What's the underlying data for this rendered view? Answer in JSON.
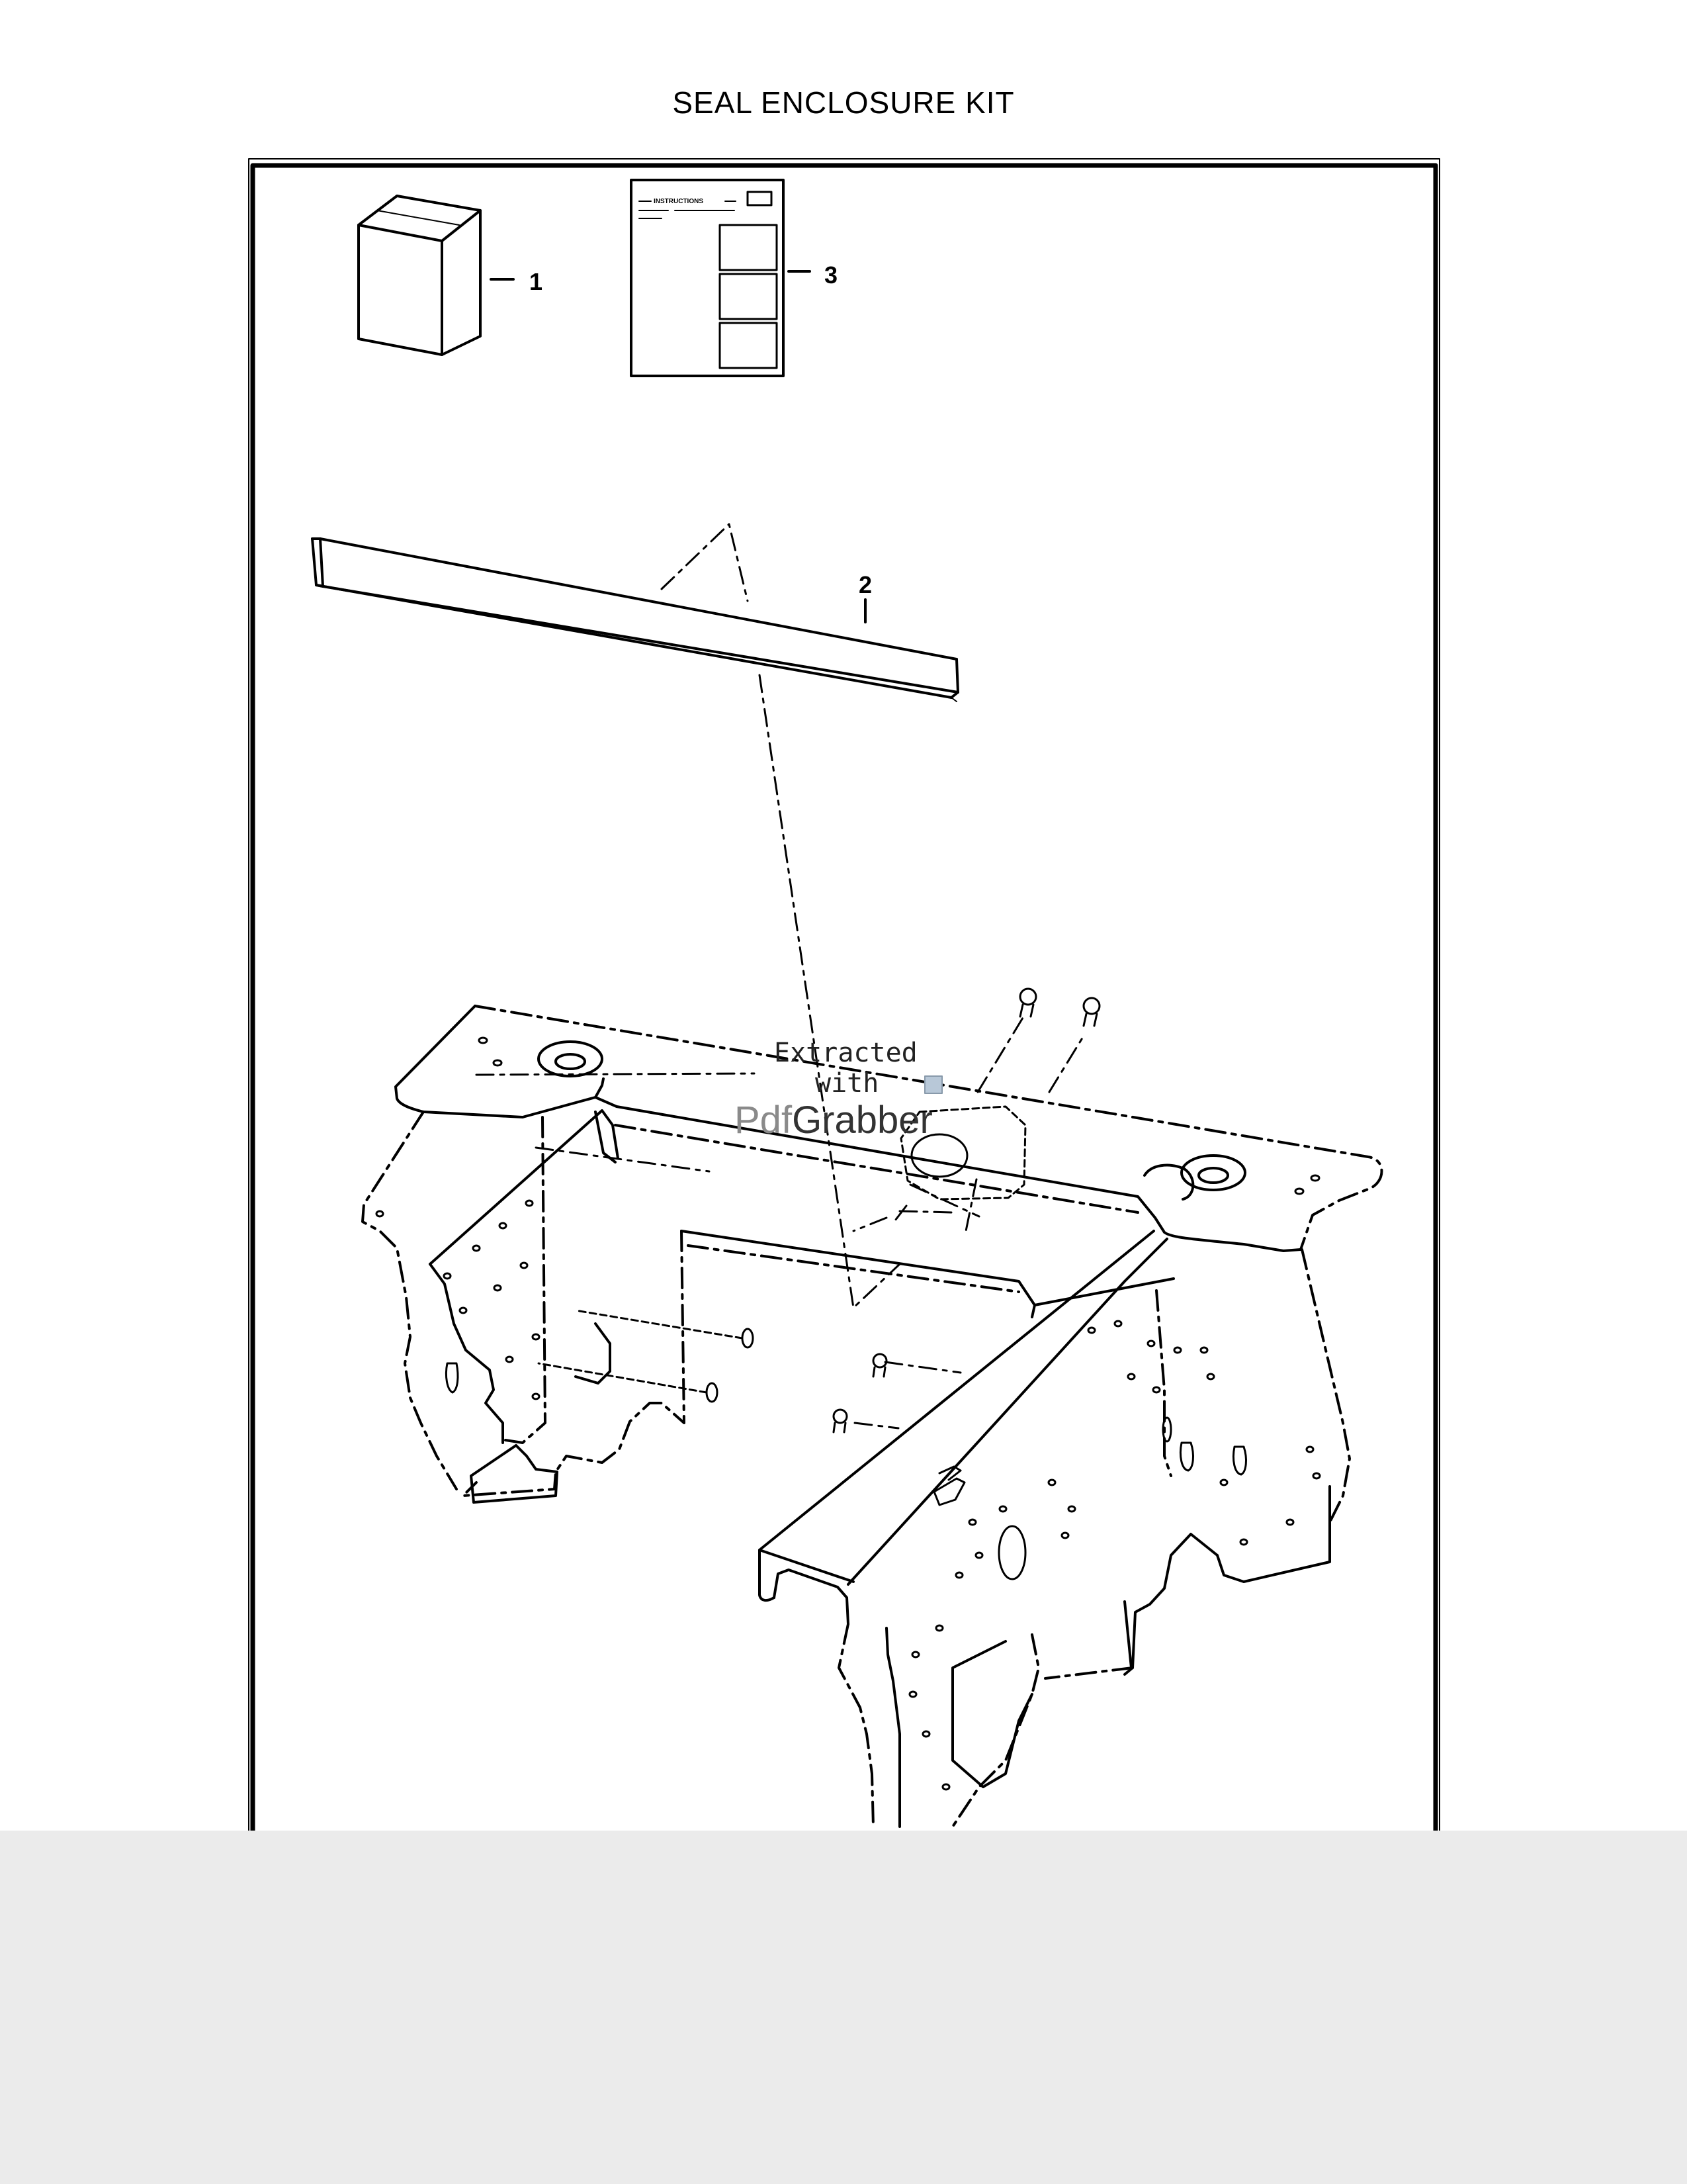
{
  "document": {
    "title": "SEAL ENCLOSURE KIT"
  },
  "callouts": {
    "item1": "1",
    "item2": "2",
    "item3": "3"
  },
  "instruction_sheet": {
    "header": "INSTRUCTIONS"
  },
  "watermark": {
    "line1": "Extracted",
    "line2": "with",
    "brand_part1": "Pdf",
    "brand_part2": "Grabber"
  },
  "colors": {
    "page": "#ffffff",
    "background": "#ebebeb",
    "ink": "#000000"
  }
}
